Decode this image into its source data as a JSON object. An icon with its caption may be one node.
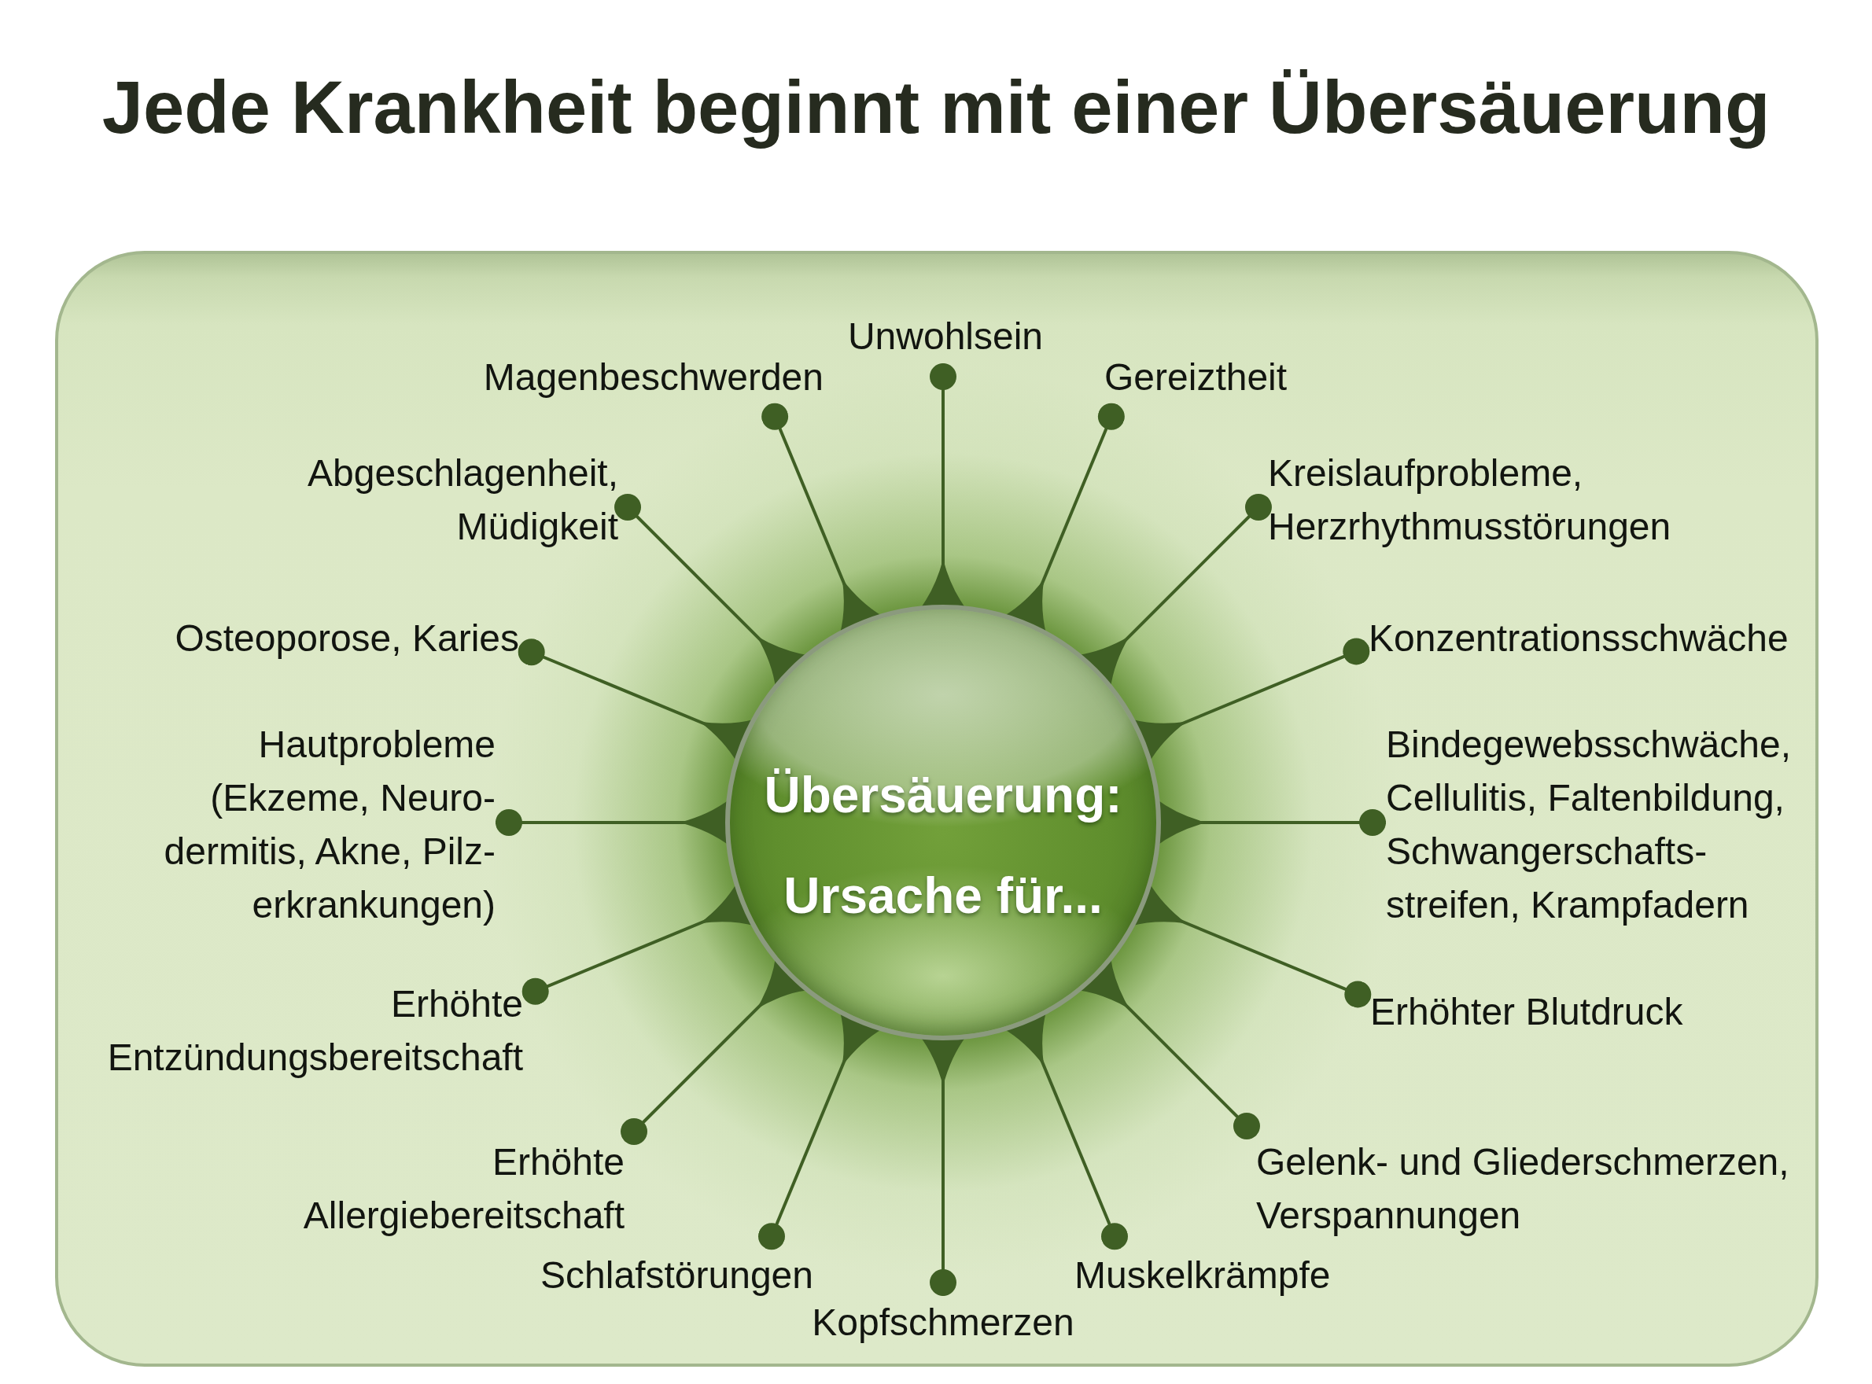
{
  "diagram": {
    "title": "Jede Krankheit beginnt mit einer Übersäuerung",
    "nodes": [
      {
        "text": [
          "Übersäuerung: Ursache für..."
        ]
      },
      {
        "text": [
          "Unwohlsein"
        ]
      },
      {
        "text": [
          "Gereiztheit"
        ]
      },
      {
        "text": [
          "Kreislaufprobleme, Herzrhythmusstörungen"
        ]
      },
      {
        "text": [
          "Konzentrationsschwäche"
        ]
      },
      {
        "text": [
          "Bindegewebsschwäche, Cellulitis, Faltenbildung, Schwangerschafts- streifen, Krampfadern"
        ]
      },
      {
        "text": [
          "Erhöhter Blutdruck"
        ]
      },
      {
        "text": [
          "Gelenk- und Gliederschmerzen, Verspannungen"
        ]
      },
      {
        "text": [
          "Muskelkrämpfe"
        ]
      },
      {
        "text": [
          "Kopfschmerzen"
        ]
      },
      {
        "text": [
          "Schlafstörungen"
        ]
      },
      {
        "text": [
          "Erhöhte Allergiebereitschaft"
        ]
      },
      {
        "text": [
          "Erhöhte Entzündungsbereitschaft"
        ]
      },
      {
        "text": [
          "Hautprobleme (Ekzeme, Neuro- dermitis, Akne, Pilz- erkrankungen)"
        ]
      },
      {
        "text": [
          "Osteoporose, Karies"
        ]
      },
      {
        "text": [
          "Abgeschlagenheit, Müdigkeit"
        ]
      },
      {
        "text": [
          "Magenbeschwerden"
        ]
      }
    ],
    "edges": [
      {
        "from": 0,
        "to": 1,
        "arrow": "other"
      },
      {
        "from": 0,
        "to": 2,
        "arrow": "other"
      },
      {
        "from": 0,
        "to": 3,
        "arrow": "other"
      },
      {
        "from": 0,
        "to": 4,
        "arrow": "other"
      },
      {
        "from": 0,
        "to": 5,
        "arrow": "other"
      },
      {
        "from": 0,
        "to": 6,
        "arrow": "other"
      },
      {
        "from": 0,
        "to": 7,
        "arrow": "other"
      },
      {
        "from": 0,
        "to": 8,
        "arrow": "other"
      },
      {
        "from": 0,
        "to": 9,
        "arrow": "other"
      },
      {
        "from": 0,
        "to": 10,
        "arrow": "other"
      },
      {
        "from": 0,
        "to": 11,
        "arrow": "other"
      },
      {
        "from": 0,
        "to": 12,
        "arrow": "other"
      },
      {
        "from": 0,
        "to": 13,
        "arrow": "other"
      },
      {
        "from": 0,
        "to": 14,
        "arrow": "other"
      },
      {
        "from": 0,
        "to": 15,
        "arrow": "other"
      },
      {
        "from": 0,
        "to": 16,
        "arrow": "other"
      }
    ]
  }
}
